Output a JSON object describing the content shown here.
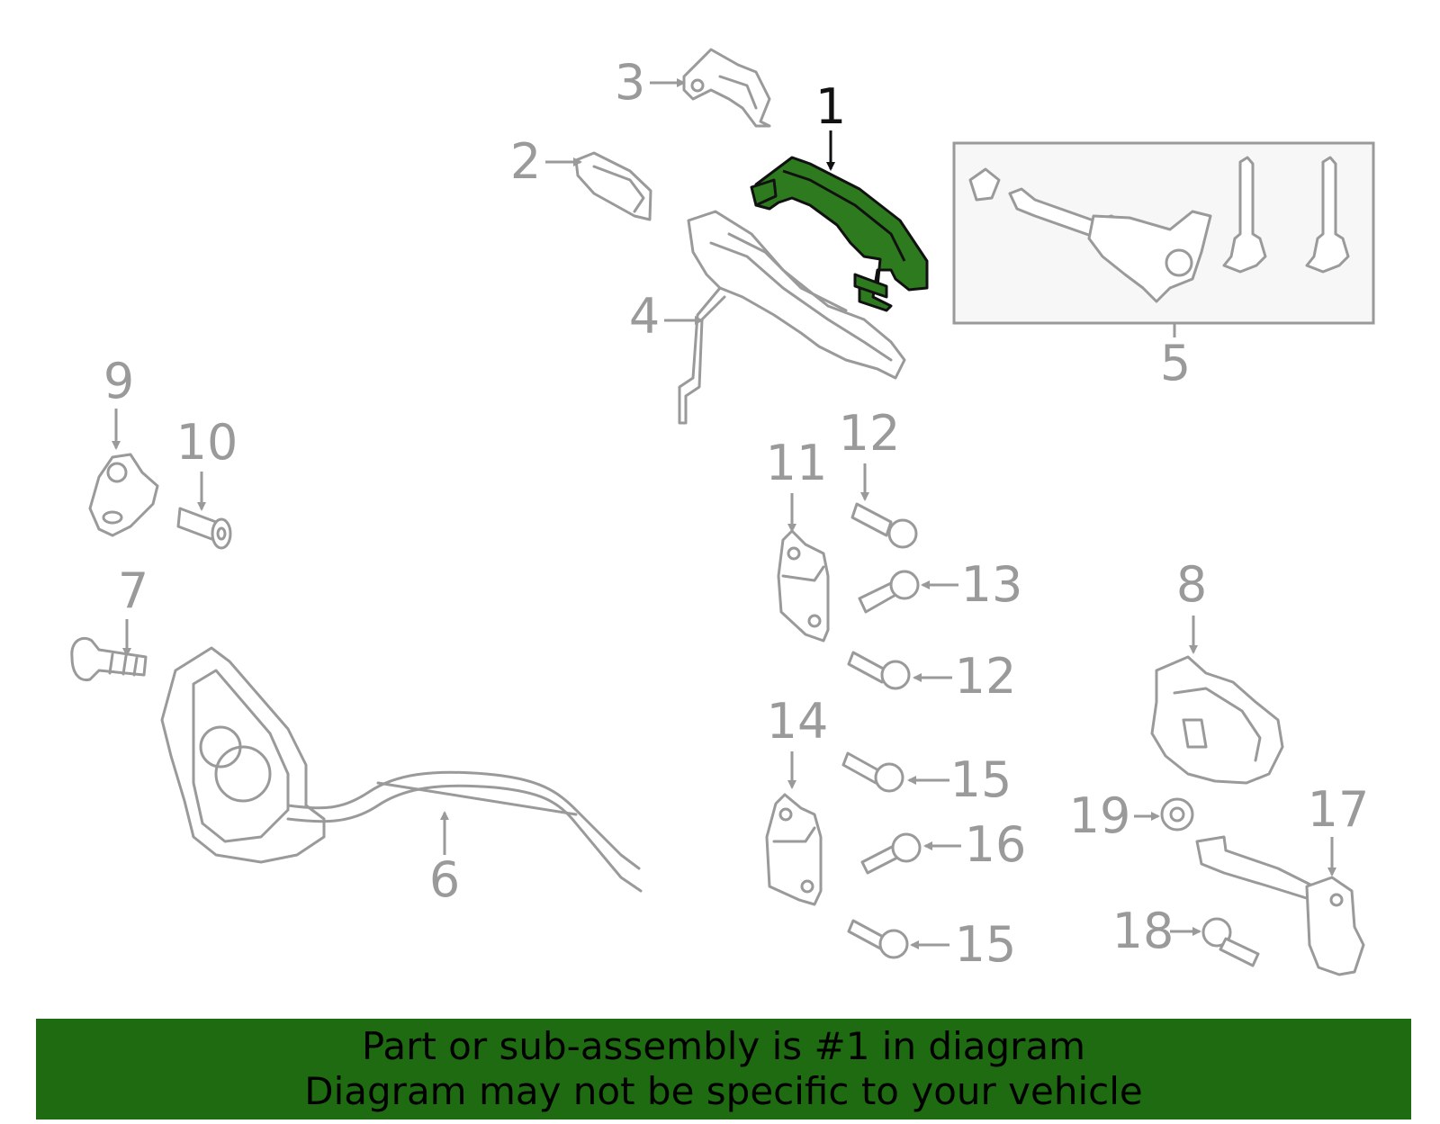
{
  "callouts": {
    "c1": "1",
    "c2": "2",
    "c3": "3",
    "c4": "4",
    "c5": "5",
    "c6": "6",
    "c7": "7",
    "c8": "8",
    "c9": "9",
    "c10": "10",
    "c11": "11",
    "c12a": "12",
    "c12b": "12",
    "c13": "13",
    "c14": "14",
    "c15a": "15",
    "c15b": "15",
    "c16": "16",
    "c17": "17",
    "c18": "18",
    "c19": "19"
  },
  "highlight": {
    "part_number": "1",
    "color": "#2e7a1f"
  },
  "banner": {
    "color": "#1f6b12",
    "line1": "Part or sub-assembly is #1 in diagram",
    "line2": "Diagram may not be specific to your vehicle"
  }
}
